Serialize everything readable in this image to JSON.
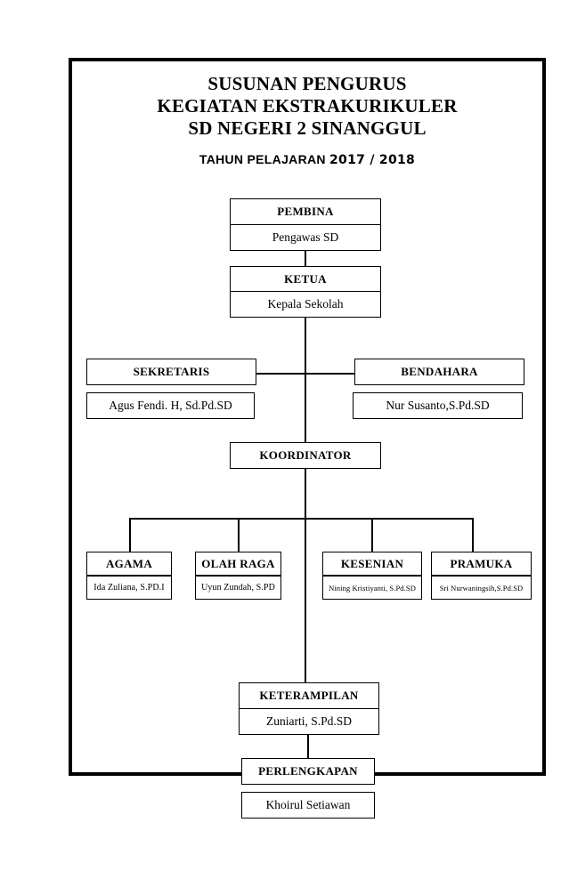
{
  "document": {
    "title_lines": [
      "SUSUNAN PENGURUS",
      "KEGIATAN EKSTRAKURIKULER",
      "SD NEGERI 2 SINANGGUL"
    ],
    "subtitle_prefix": "TAHUN PELAJARAN ",
    "subtitle_year": "2017 / 2018"
  },
  "chart_data": {
    "type": "diagram",
    "diagram_kind": "organizational-chart",
    "nodes": [
      {
        "id": "pembina",
        "role": "PEMBINA",
        "person": "Pengawas SD",
        "level": 0
      },
      {
        "id": "ketua",
        "role": "KETUA",
        "person": "Kepala Sekolah",
        "level": 1
      },
      {
        "id": "sekretaris",
        "role": "SEKRETARIS",
        "person": "Agus Fendi. H, Sd.Pd.SD",
        "level": 2
      },
      {
        "id": "bendahara",
        "role": "BENDAHARA",
        "person": "Nur Susanto,S.Pd.SD",
        "level": 2
      },
      {
        "id": "koordinator",
        "role": "KOORDINATOR",
        "person": "",
        "level": 3
      },
      {
        "id": "agama",
        "role": "AGAMA",
        "person": "Ida Zuliana, S.PD.I",
        "level": 4
      },
      {
        "id": "olahraga",
        "role": "OLAH RAGA",
        "person": "Uyun Zundah, S.PD",
        "level": 4
      },
      {
        "id": "kesenian",
        "role": "KESENIAN",
        "person": "Nining Kristiyanti, S.Pd.SD",
        "level": 4
      },
      {
        "id": "pramuka",
        "role": "PRAMUKA",
        "person": "Sri Nurwaningsih,S.Pd.SD",
        "level": 4
      },
      {
        "id": "keterampilan",
        "role": "KETERAMPILAN",
        "person": "Zuniarti, S.Pd.SD",
        "level": 5
      },
      {
        "id": "perlengkapan",
        "role": "PERLENGKAPAN",
        "person": "Khoirul Setiawan",
        "level": 6
      }
    ],
    "edges": [
      {
        "from": "pembina",
        "to": "ketua"
      },
      {
        "from": "ketua",
        "to": "sekretaris"
      },
      {
        "from": "ketua",
        "to": "bendahara"
      },
      {
        "from": "ketua",
        "to": "koordinator"
      },
      {
        "from": "koordinator",
        "to": "agama"
      },
      {
        "from": "koordinator",
        "to": "olahraga"
      },
      {
        "from": "koordinator",
        "to": "kesenian"
      },
      {
        "from": "koordinator",
        "to": "pramuka"
      },
      {
        "from": "koordinator",
        "to": "keterampilan"
      },
      {
        "from": "keterampilan",
        "to": "perlengkapan"
      }
    ],
    "title": "SUSUNAN PENGURUS KEGIATAN EKSTRAKURIKULER SD NEGERI 2 SINANGGUL",
    "subtitle": "TAHUN PELAJARAN 2017 / 2018",
    "colors": {
      "line": "#000000",
      "text": "#000000",
      "background": "#ffffff"
    }
  }
}
